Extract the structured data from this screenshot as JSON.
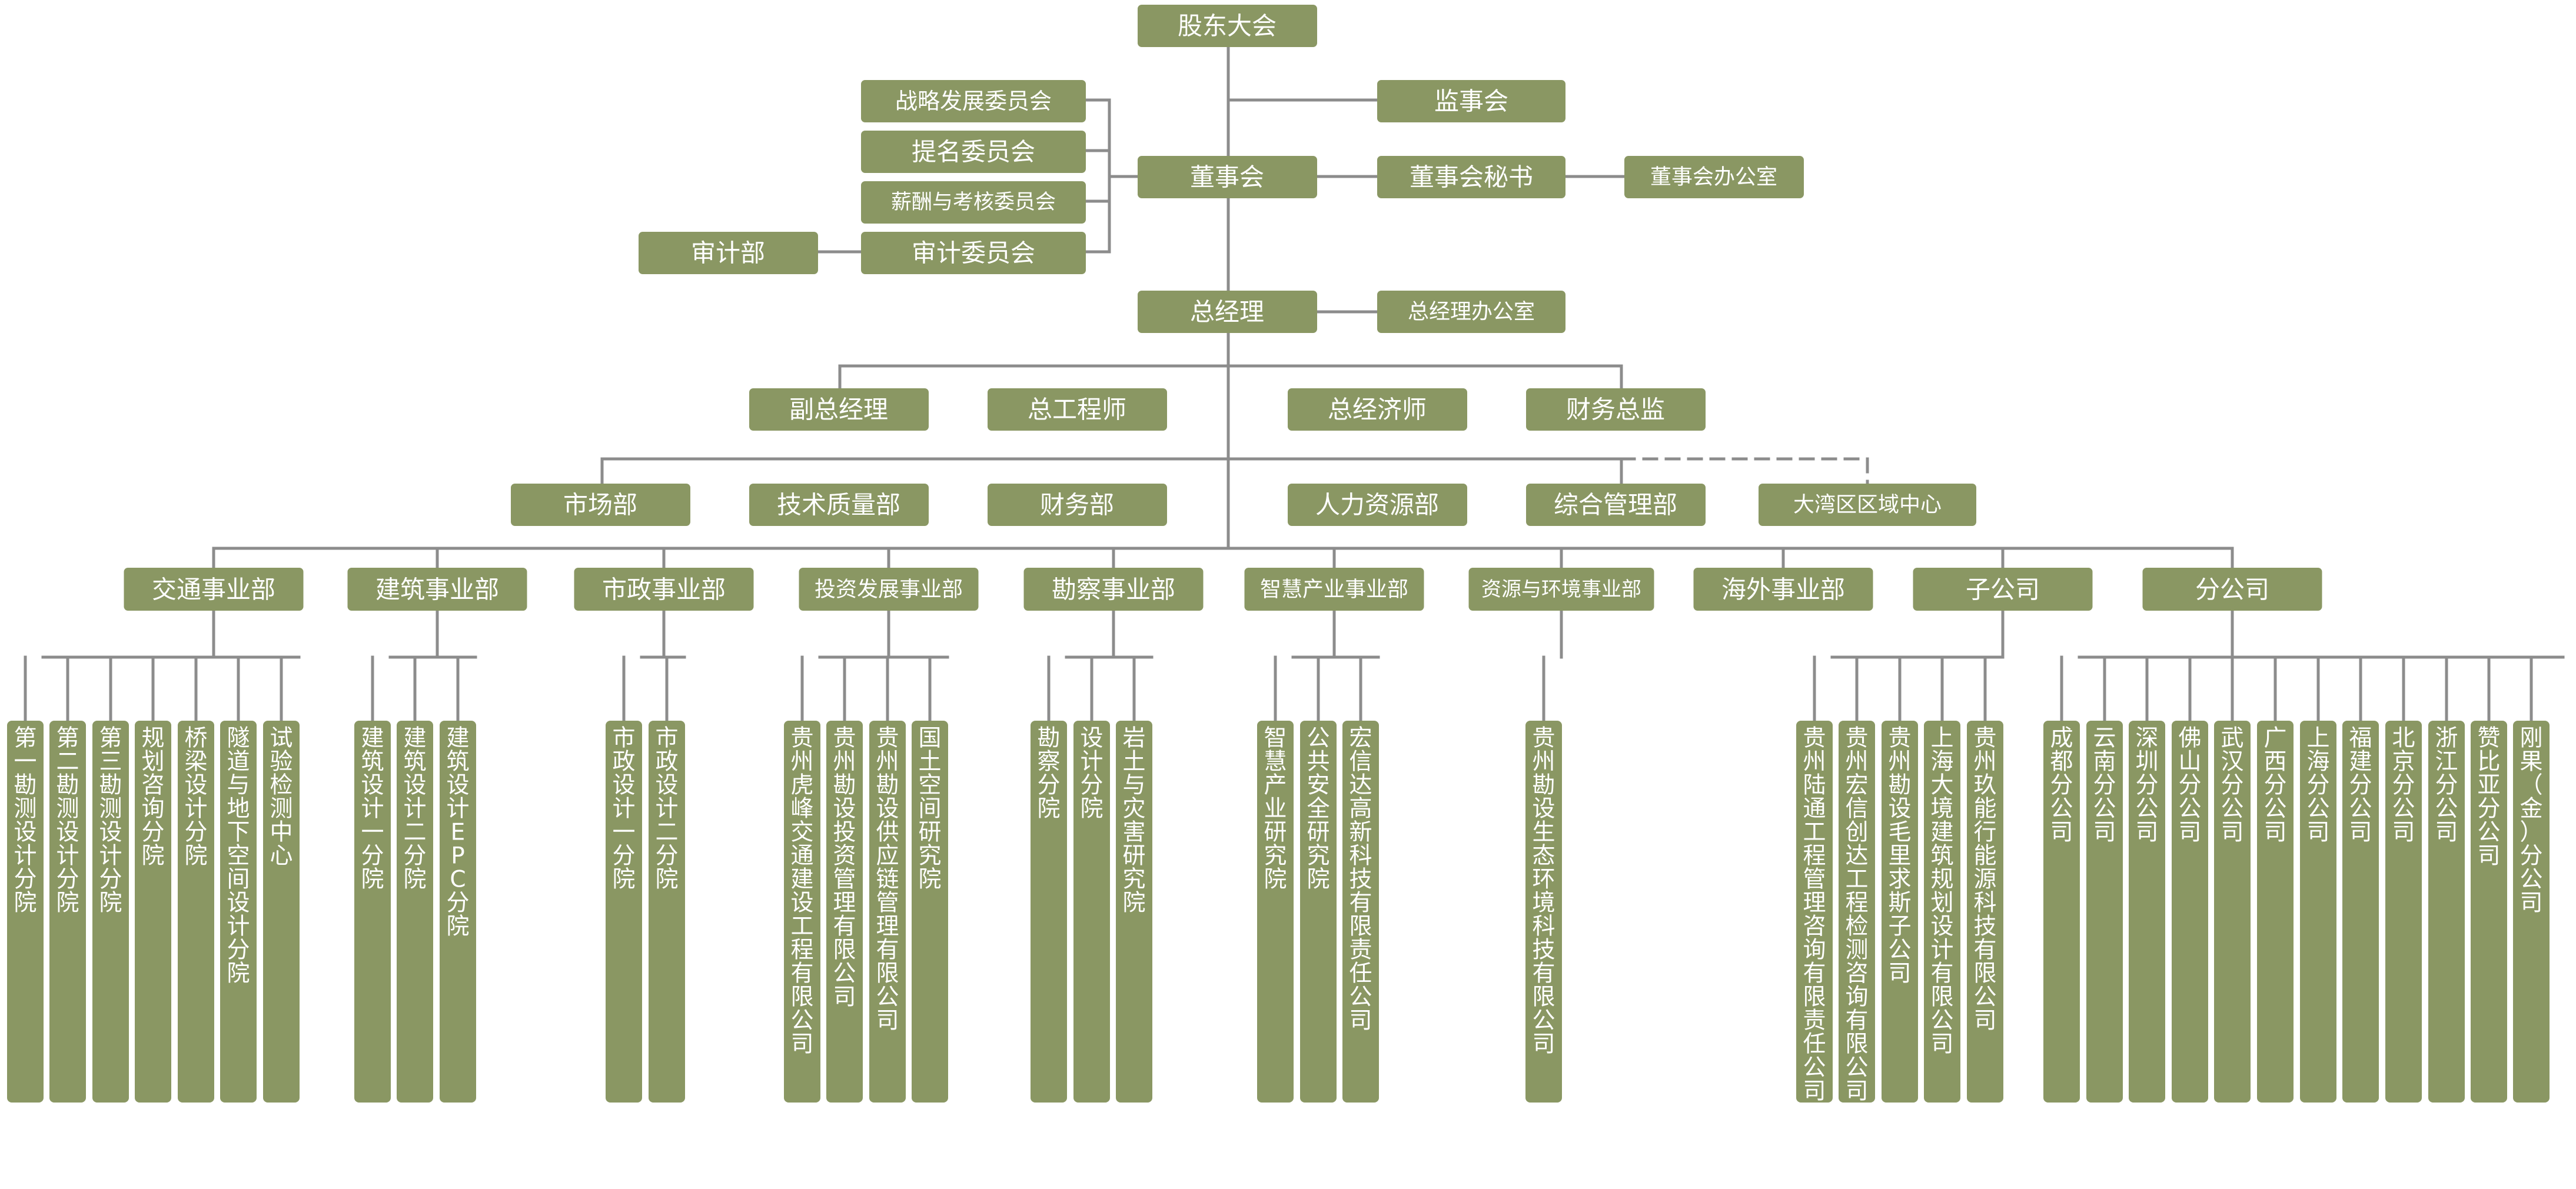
{
  "top": {
    "shareholders": "股东大会",
    "supervisors": "监事会",
    "board": "董事会",
    "board_secretary": "董事会秘书",
    "board_office": "董事会办公室",
    "general_manager": "总经理",
    "gm_office": "总经理办公室"
  },
  "committees": [
    "战略发展委员会",
    "提名委员会",
    "薪酬与考核委员会",
    "审计委员会"
  ],
  "audit_dept": "审计部",
  "executives": [
    "副总经理",
    "总工程师",
    "总经济师",
    "财务总监"
  ],
  "departments": [
    "市场部",
    "技术质量部",
    "财务部",
    "人力资源部",
    "综合管理部",
    "大湾区区域中心"
  ],
  "divisions": [
    {
      "name": "交通事业部",
      "units": [
        "第一勘测设计分院",
        "第二勘测设计分院",
        "第三勘测设计分院",
        "规划咨询分院",
        "桥梁设计分院",
        "隧道与地下空间设计分院",
        "试验检测中心"
      ]
    },
    {
      "name": "建筑事业部",
      "units": [
        "建筑设计一分院",
        "建筑设计二分院",
        "建筑设计EPC分院"
      ]
    },
    {
      "name": "市政事业部",
      "units": [
        "市政设计一分院",
        "市政设计二分院"
      ]
    },
    {
      "name": "投资发展事业部",
      "units": [
        "贵州虎峰交通建设工程有限公司",
        "贵州勘设投资管理有限公司",
        "贵州勘设供应链管理有限公司",
        "国土空间研究院"
      ]
    },
    {
      "name": "勘察事业部",
      "units": [
        "勘察分院",
        "设计分院",
        "岩土与灾害研究院"
      ]
    },
    {
      "name": "智慧产业事业部",
      "units": [
        "智慧产业研究院",
        "公共安全研究院",
        "宏信达高新科技有限责任公司"
      ]
    },
    {
      "name": "资源与环境事业部",
      "units": [
        "贵州勘设生态环境科技有限公司"
      ]
    },
    {
      "name": "海外事业部",
      "units": []
    },
    {
      "name": "子公司",
      "units": [
        "贵州陆通工程管理咨询有限责任公司",
        "贵州宏信创达工程检测咨询有限公司",
        "贵州勘设毛里求斯子公司",
        "上海大境建筑规划设计有限公司",
        "贵州玖能行能源科技有限公司"
      ]
    },
    {
      "name": "分公司",
      "units": [
        "成都分公司",
        "云南分公司",
        "深圳分公司",
        "佛山分公司",
        "武汉分公司",
        "广西分公司",
        "上海分公司",
        "福建分公司",
        "北京分公司",
        "浙江分公司",
        "赞比亚分公司",
        "刚果（金）分公司"
      ]
    }
  ]
}
